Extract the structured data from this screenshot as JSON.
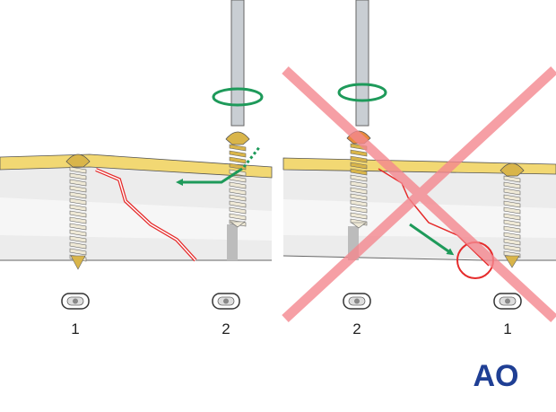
{
  "panels": [
    {
      "id": "correct",
      "labels": [
        "1",
        "2"
      ]
    },
    {
      "id": "incorrect",
      "labels": [
        "2",
        "1"
      ],
      "crossed_out": true
    }
  ],
  "logo": "AO",
  "colors": {
    "cortex": "#f2d873",
    "bone": "#ececec",
    "screw_thread": "#efe9d6",
    "screw_head": "#d9b54a",
    "arrow": "#1e9a5a",
    "fracture": "#e52b2b",
    "cross": "#f4888f",
    "logo": "#1f3f94"
  },
  "icons": [
    "screw-driver-icon",
    "rotation-arrow-icon",
    "direction-arrow-icon",
    "screw-hole-icon",
    "cross-out-icon"
  ]
}
